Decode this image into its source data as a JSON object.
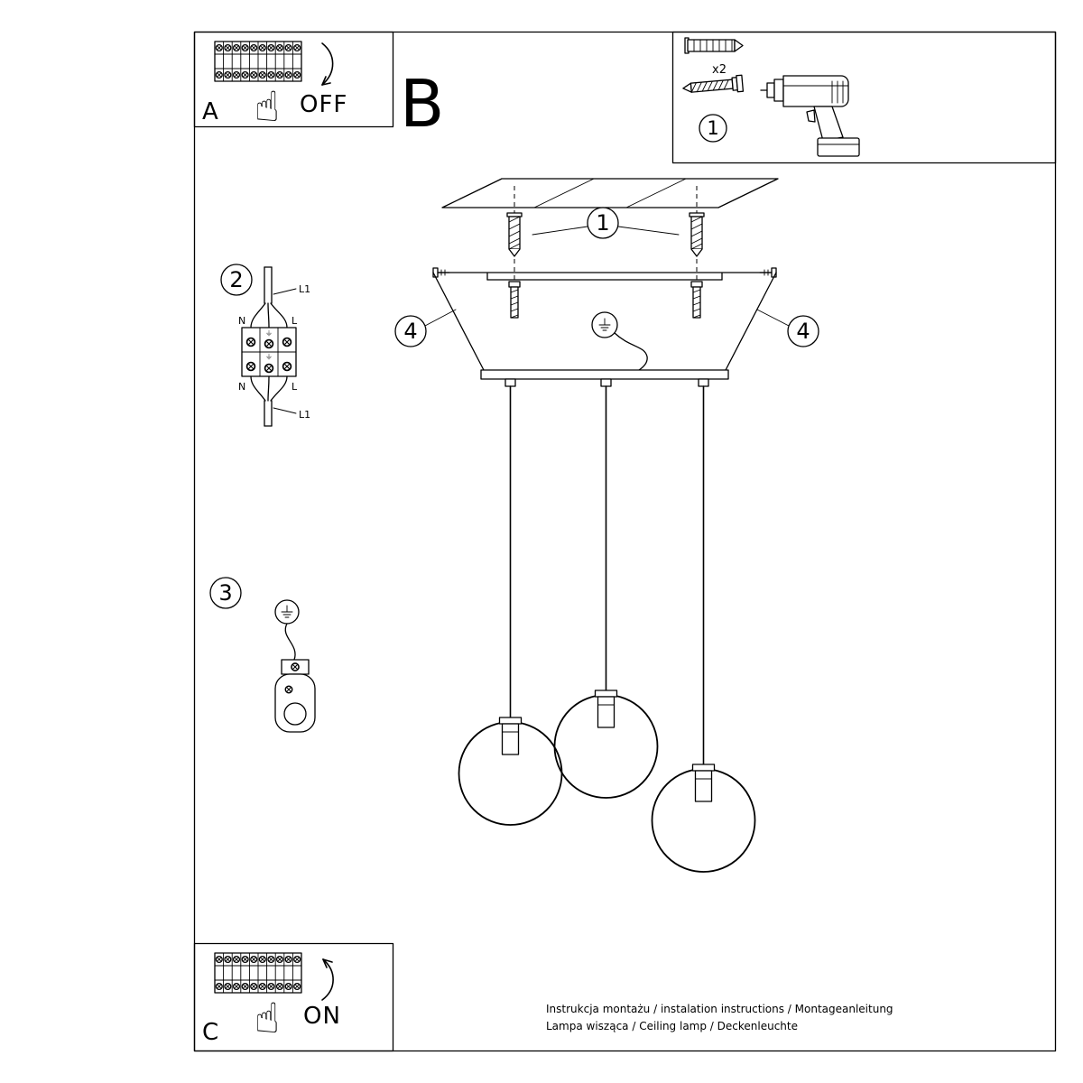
{
  "colors": {
    "ink": "#000000",
    "paper": "#ffffff"
  },
  "panel_a": {
    "label": "A",
    "state": "OFF"
  },
  "panel_b": {
    "label": "B"
  },
  "panel_c": {
    "label": "C",
    "state": "ON"
  },
  "hardware": {
    "step": "1",
    "quantity": "x2"
  },
  "callouts": {
    "anchors": "1",
    "wiring": "2",
    "grounding": "3",
    "canopy": "4"
  },
  "wiring": {
    "l1_top": "L1",
    "n_top": "N",
    "l_top": "L",
    "n_bottom": "N",
    "l_bottom": "L",
    "l1_bottom": "L1"
  },
  "icons": {
    "pointing_hand": "☝"
  },
  "footer": {
    "line1": "Instrukcja montażu / instalation instructions / Montageanleitung",
    "line2": "Lampa wisząca / Ceiling lamp / Deckenleuchte"
  }
}
